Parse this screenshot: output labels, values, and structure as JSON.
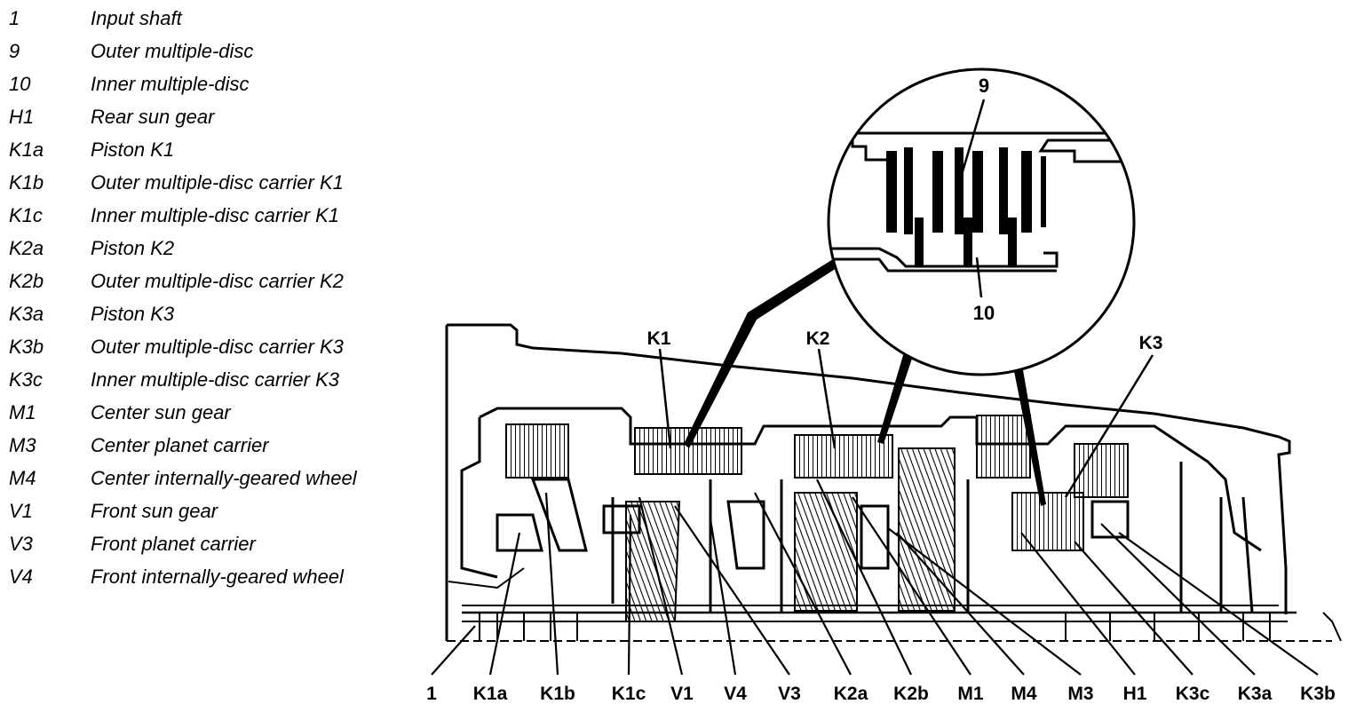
{
  "legend": [
    {
      "code": "1",
      "text": "Input shaft"
    },
    {
      "code": "9",
      "text": "Outer multiple-disc"
    },
    {
      "code": "10",
      "text": "Inner multiple-disc"
    },
    {
      "code": "H1",
      "text": "Rear sun gear"
    },
    {
      "code": "K1a",
      "text": "Piston K1"
    },
    {
      "code": "K1b",
      "text": "Outer multiple-disc carrier K1"
    },
    {
      "code": "K1c",
      "text": "Inner multiple-disc carrier K1"
    },
    {
      "code": "K2a",
      "text": "Piston K2"
    },
    {
      "code": "K2b",
      "text": "Outer multiple-disc carrier K2"
    },
    {
      "code": "K3a",
      "text": "Piston K3"
    },
    {
      "code": "K3b",
      "text": "Outer multiple-disc carrier K3"
    },
    {
      "code": "K3c",
      "text": "Inner multiple-disc carrier K3"
    },
    {
      "code": "M1",
      "text": "Center sun gear"
    },
    {
      "code": "M3",
      "text": "Center planet carrier"
    },
    {
      "code": "M4",
      "text": "Center internally-geared wheel"
    },
    {
      "code": "V1",
      "text": "Front sun gear"
    },
    {
      "code": "V3",
      "text": "Front planet carrier"
    },
    {
      "code": "V4",
      "text": "Front internally-geared wheel"
    }
  ],
  "clutch_labels": {
    "k1": "K1",
    "k2": "K2",
    "k3": "K3"
  },
  "detail_labels": {
    "outer_disc": "9",
    "inner_disc": "10"
  },
  "bottom_labels": [
    "1",
    "K1a",
    "K1b",
    "K1c",
    "V1",
    "V4",
    "V3",
    "K2a",
    "K2b",
    "M1",
    "M4",
    "M3",
    "H1",
    "K3c",
    "K3a",
    "K3b"
  ]
}
